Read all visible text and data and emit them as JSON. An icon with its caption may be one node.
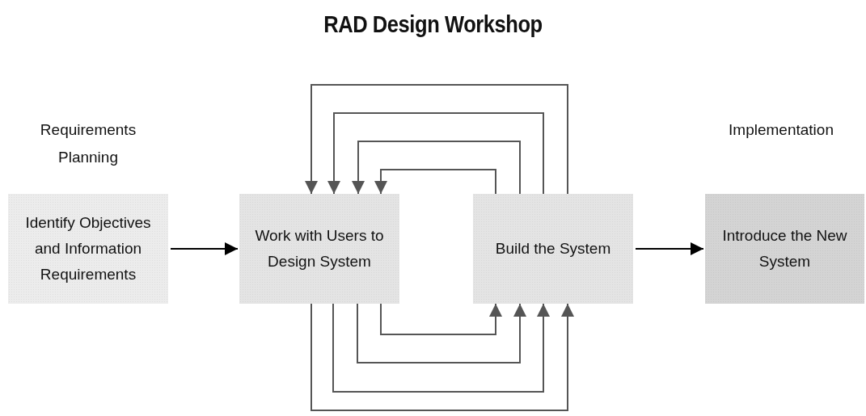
{
  "diagram": {
    "title": "RAD Design Workshop",
    "nodes": [
      {
        "text": [
          "Identify Objectives and Information Requirements"
        ],
        "beside": [
          "Requirements Planning"
        ]
      },
      {
        "text": [
          "Work with Users to Design System"
        ]
      },
      {
        "text": [
          "Build the System"
        ]
      },
      {
        "text": [
          "Introduce the New System"
        ],
        "beside": [
          "Implementation"
        ]
      }
    ],
    "edges": [
      {
        "from": 0,
        "to": 1,
        "arrow": "to",
        "color": "#000000"
      },
      {
        "from": 2,
        "to": 1,
        "arrow": "to"
      },
      {
        "from": 2,
        "to": 1,
        "arrow": "to"
      },
      {
        "from": 2,
        "to": 1,
        "arrow": "to"
      },
      {
        "from": 2,
        "to": 1,
        "arrow": "to"
      },
      {
        "from": 1,
        "to": 2,
        "arrow": "to"
      },
      {
        "from": 1,
        "to": 2,
        "arrow": "to"
      },
      {
        "from": 1,
        "to": 2,
        "arrow": "to"
      },
      {
        "from": 1,
        "to": 2,
        "arrow": "to"
      },
      {
        "from": 2,
        "to": 3,
        "arrow": "to",
        "color": "#000000"
      }
    ]
  }
}
